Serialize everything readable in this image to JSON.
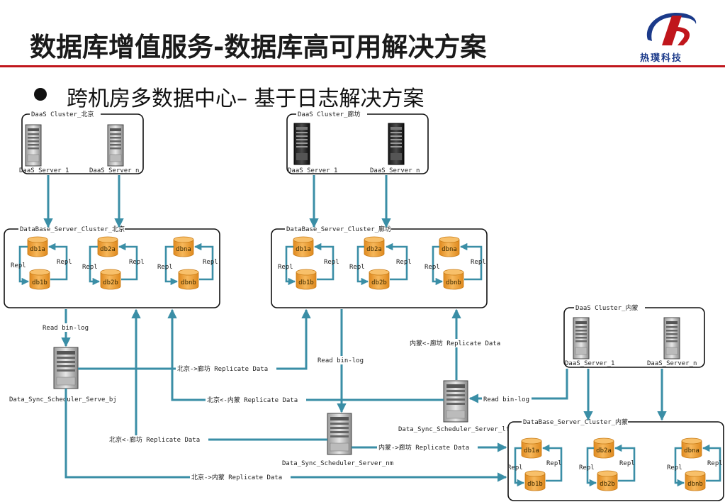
{
  "slide": {
    "title": "数据库增值服务-数据库高可用解决方案",
    "bullet": "跨机房多数据中心– 基于日志解决方案",
    "logo_text": "热璞科技",
    "accent_color": "#c0161c",
    "arrow_color": "#3a8ea6",
    "db_color": "#f0a33c"
  },
  "clusters": {
    "daas_bj": {
      "label": "DaaS Cluster_北京",
      "server1": "DaaS_Server_1",
      "servern": "DaaS_Server_n"
    },
    "daas_lf": {
      "label": "DaaS Cluster_廊坊",
      "server1": "DaaS_Server_1",
      "servern": "DaaS_Server_n"
    },
    "daas_nm": {
      "label": "DaaS Cluster_内蒙",
      "server1": "DaaS_Server_1",
      "servern": "DaaS_Server_n"
    }
  },
  "db_clusters": {
    "bj": {
      "label": "DataBase_Server_Cluster_北京"
    },
    "lf": {
      "label": "DataBase_Server_Cluster_廊坊"
    },
    "nm": {
      "label": "DataBase_Server_Cluster_内蒙"
    }
  },
  "db": {
    "db1a": "db1a",
    "db1b": "db1b",
    "db2a": "db2a",
    "db2b": "db2b",
    "dbna": "dbna",
    "dbnb": "dbnb",
    "repl": "Repl"
  },
  "schedulers": {
    "bj": "Data_Sync_Scheduler_Serve_bj",
    "lf": "Data_Sync_Scheduler_Server_lf",
    "nm": "Data_Sync_Scheduler_Server_nm"
  },
  "edges": {
    "read_binlog": "Read bin-log",
    "bj_to_lf": "北京->廊坊 Replicate Data",
    "nm_to_bj": "北京<-内蒙 Replicate Data",
    "lf_to_bj": "北京<-廊坊 Replicate Data",
    "bj_to_nm": "北京->内蒙 Replicate Data",
    "lf_to_nm": "内蒙<-廊坊 Replicate Data",
    "nm_to_lf": "内蒙->廊坊 Replicate Data"
  }
}
